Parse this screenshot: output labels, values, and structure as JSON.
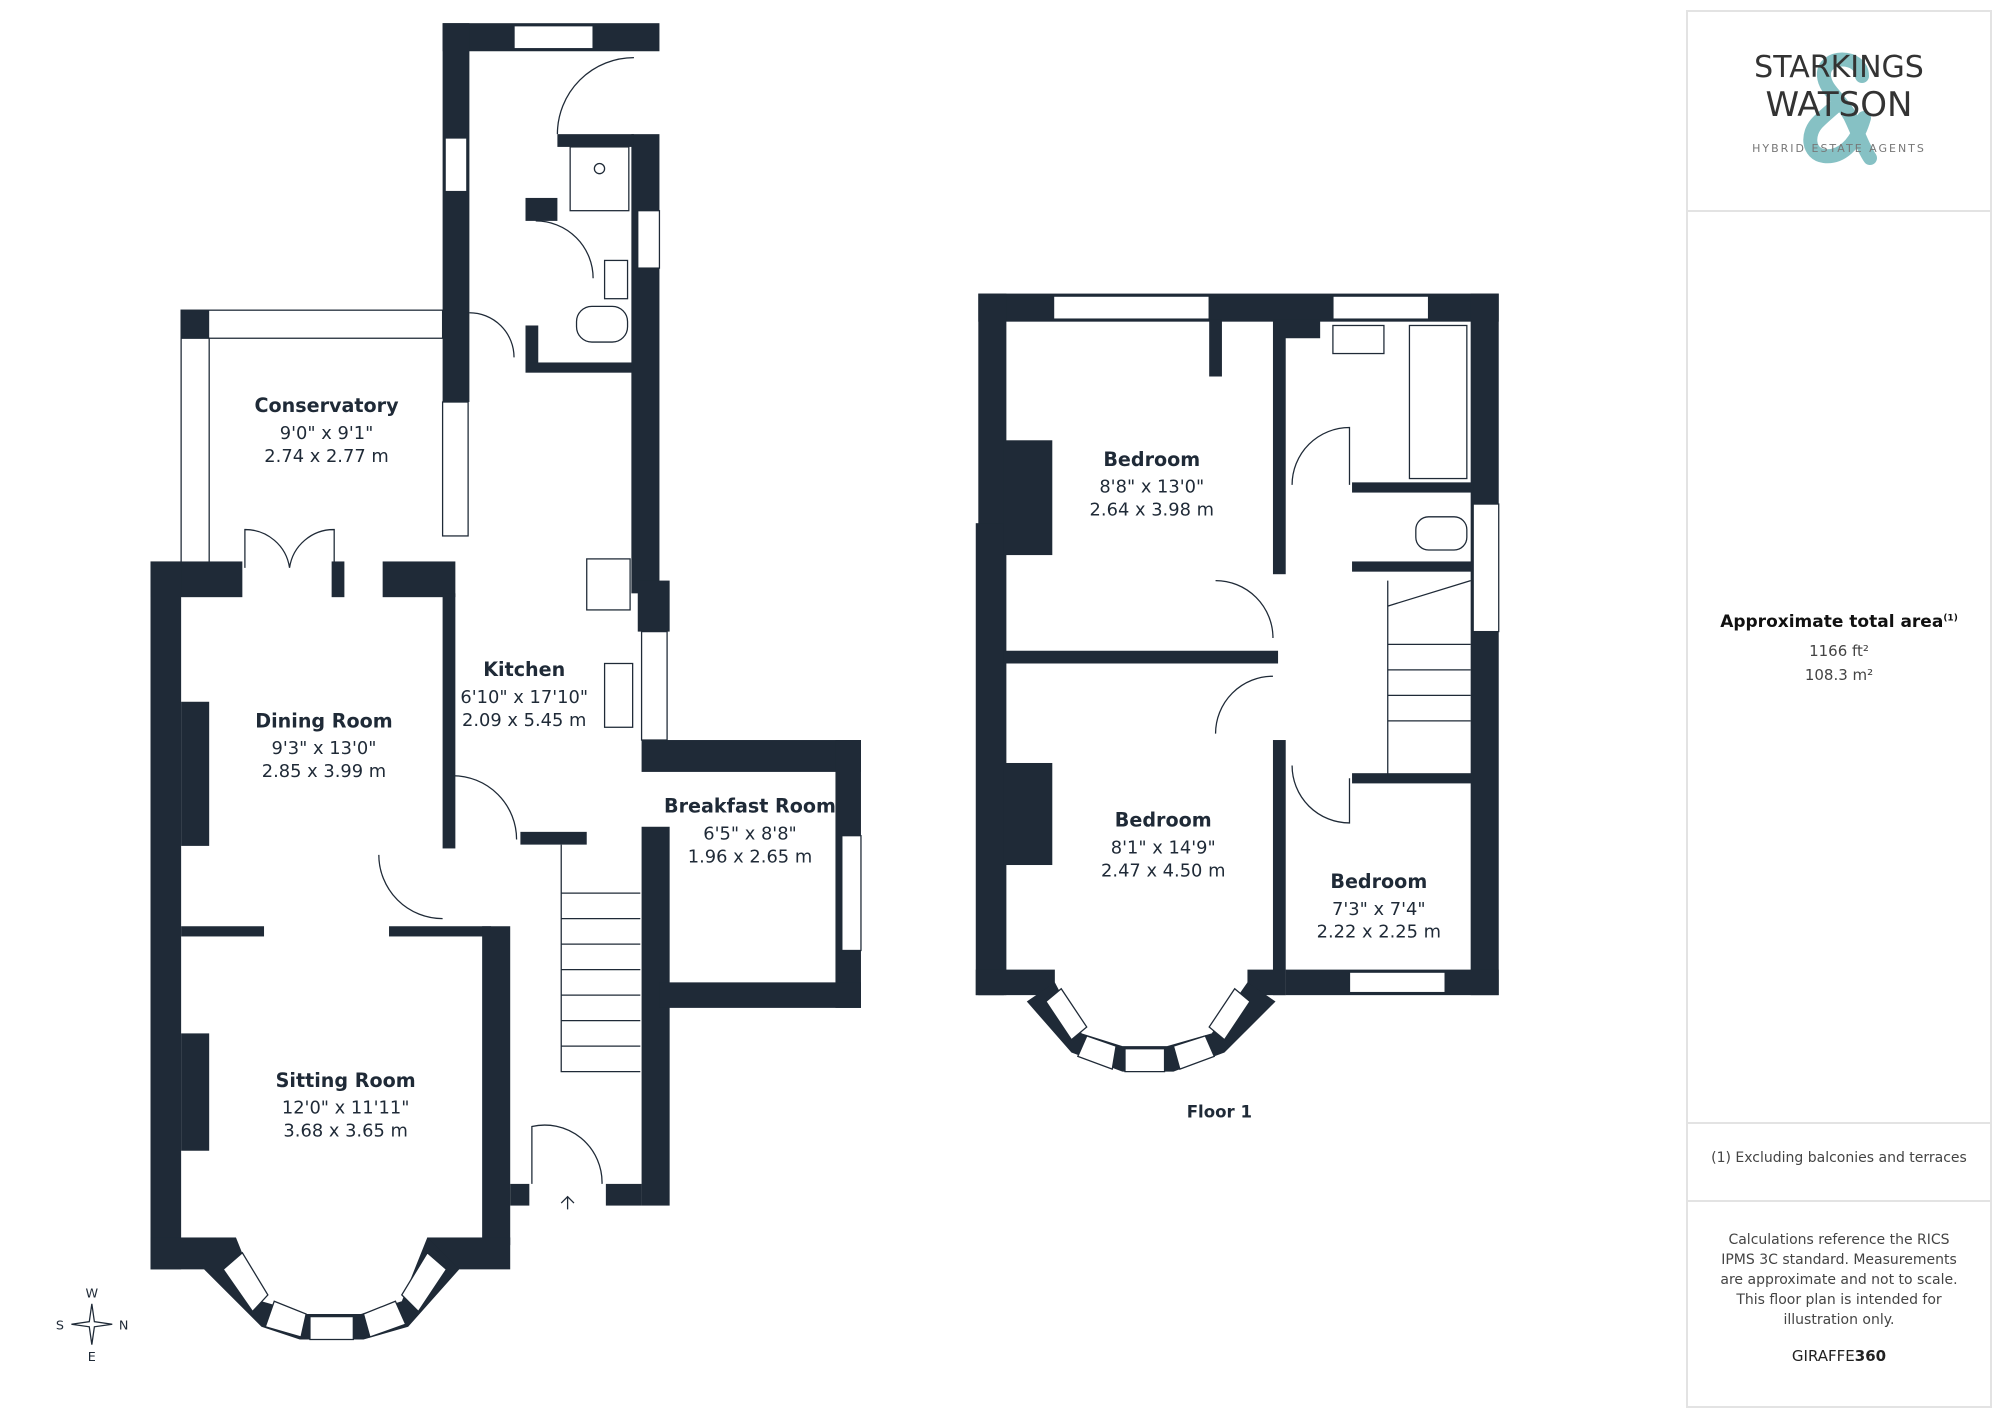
{
  "brand": {
    "name_line1": "STARKINGS",
    "name_line2": "WATSON",
    "ampersand": "&",
    "tagline": "HYBRID ESTATE AGENTS",
    "accent_color": "#86c1c4"
  },
  "area": {
    "title": "Approximate total area",
    "footnote_marker": "(1)",
    "sqft": "1166 ft²",
    "sqm": "108.3 m²"
  },
  "footnote": "(1) Excluding balconies and terraces",
  "disclaimer": "Calculations reference the RICS IPMS 3C standard. Measurements are approximate and not to scale. This floor plan is intended for illustration only.",
  "credit": {
    "part1": "GIRAFFE",
    "part2": "360"
  },
  "compass": {
    "w": "W",
    "s": "S",
    "n": "N",
    "e": "E"
  },
  "wall_color": "#1f2a37",
  "ground_floor": {
    "rooms": [
      {
        "name": "Conservatory",
        "imperial": "9'0\" x 9'1\"",
        "metric": "2.74 x 2.77 m"
      },
      {
        "name": "Kitchen",
        "imperial": "6'10\" x 17'10\"",
        "metric": "2.09 x 5.45 m"
      },
      {
        "name": "Dining Room",
        "imperial": "9'3\" x 13'0\"",
        "metric": "2.85 x 3.99 m"
      },
      {
        "name": "Breakfast Room",
        "imperial": "6'5\" x 8'8\"",
        "metric": "1.96 x 2.65 m"
      },
      {
        "name": "Sitting Room",
        "imperial": "12'0\" x 11'11\"",
        "metric": "3.68 x 3.65 m"
      }
    ]
  },
  "floor1": {
    "label": "Floor 1",
    "rooms": [
      {
        "name": "Bedroom",
        "imperial": "8'8\" x 13'0\"",
        "metric": "2.64 x 3.98 m"
      },
      {
        "name": "Bedroom",
        "imperial": "8'1\" x 14'9\"",
        "metric": "2.47 x 4.50 m"
      },
      {
        "name": "Bedroom",
        "imperial": "7'3\" x 7'4\"",
        "metric": "2.22 x 2.25 m"
      }
    ]
  }
}
